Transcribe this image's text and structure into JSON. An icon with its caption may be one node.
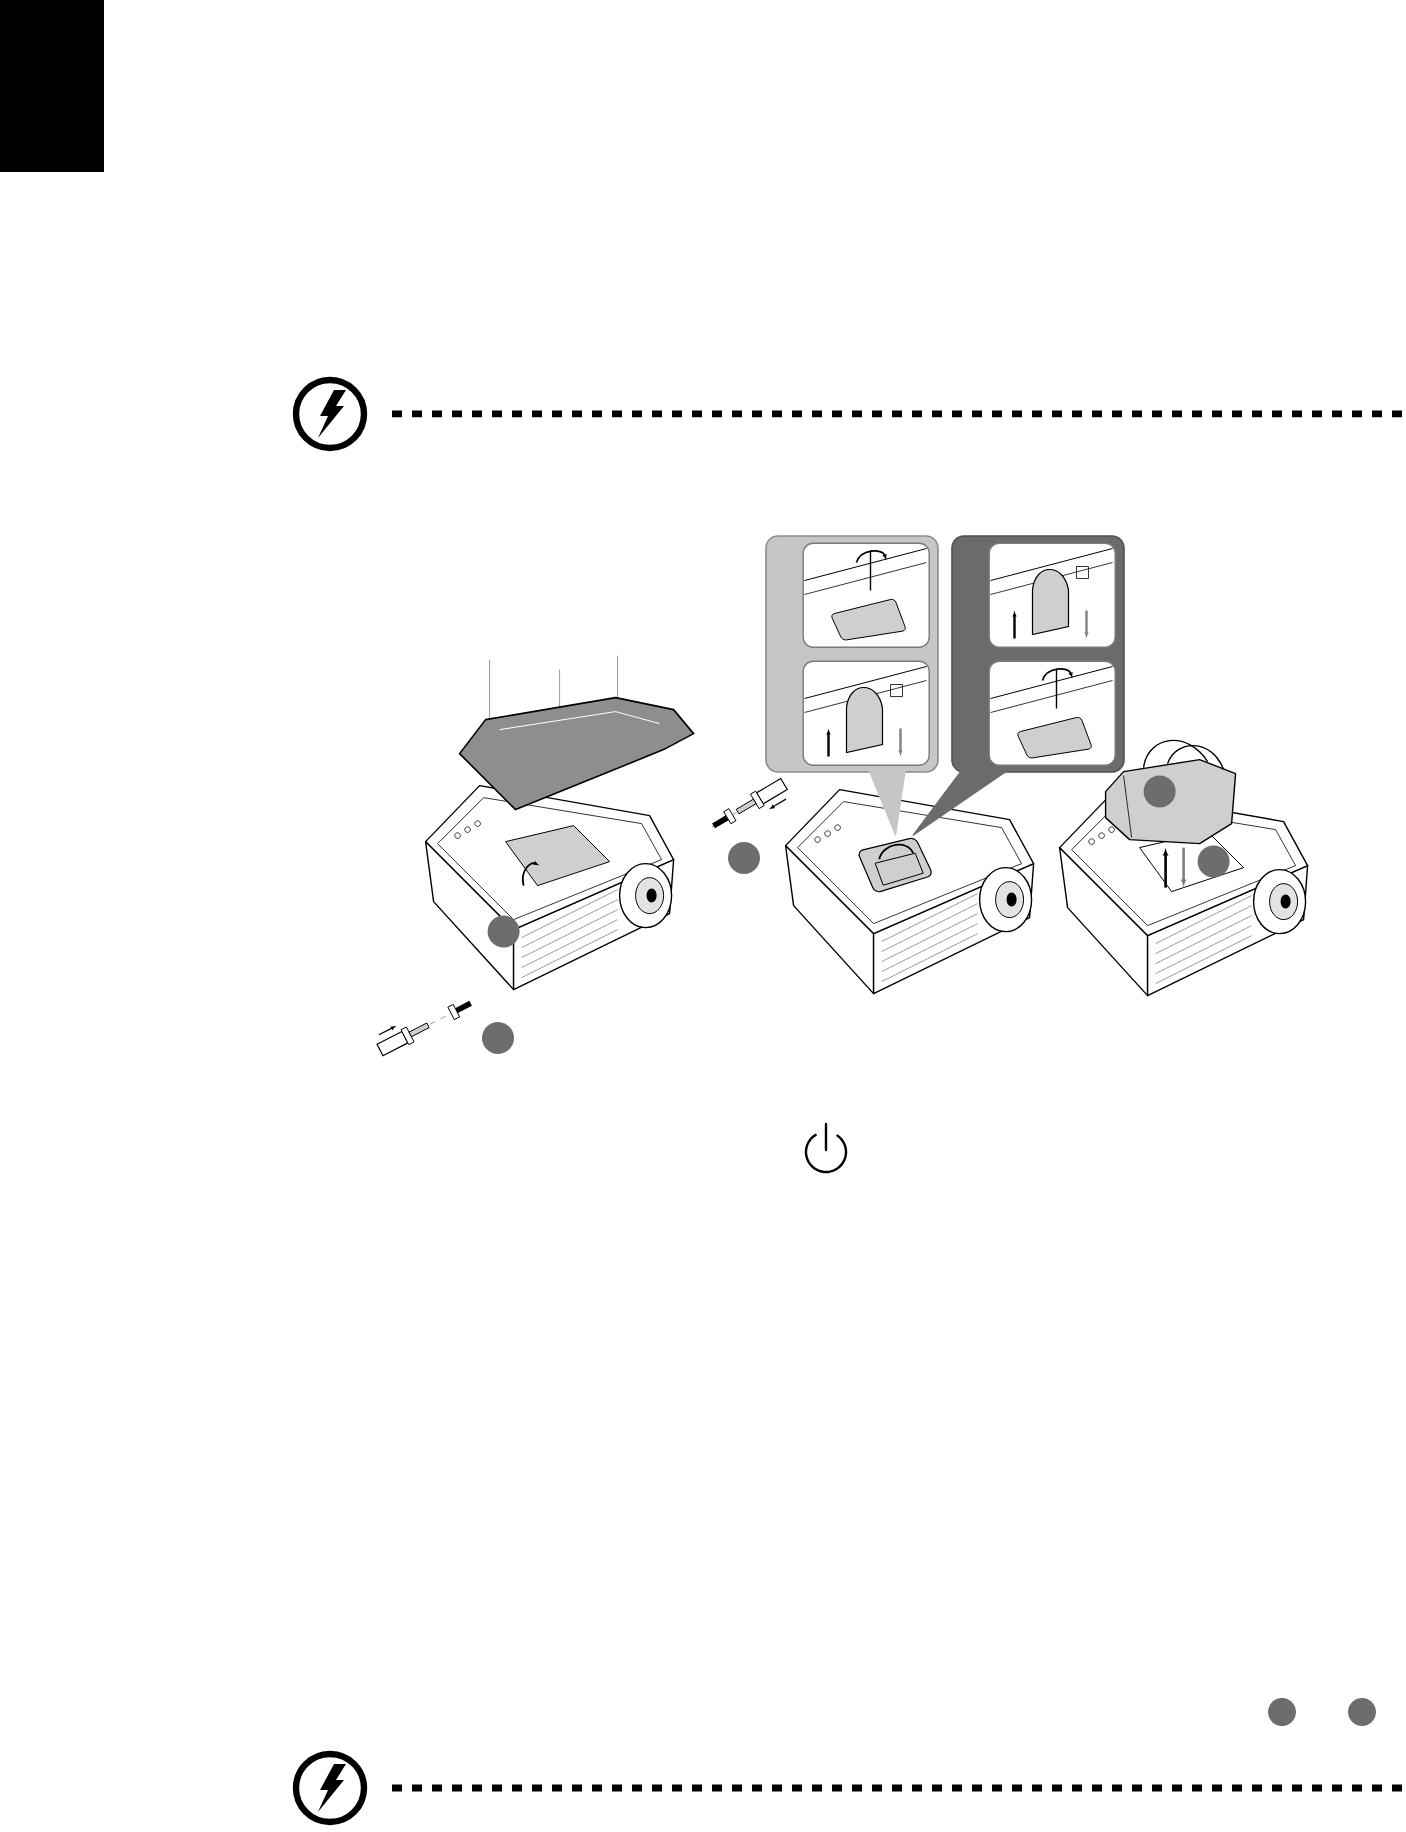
{
  "diagram": {
    "nodes": [
      {
        "text": [],
        "shape": "box"
      },
      {
        "text": [],
        "shape": "picture",
        "in": 0
      },
      {
        "text": [],
        "shape": "picture",
        "in": 0
      },
      {
        "text": [],
        "shape": "box"
      },
      {
        "text": [],
        "shape": "picture",
        "in": 3
      },
      {
        "text": [],
        "shape": "picture",
        "in": 3
      },
      {
        "text": [],
        "shape": "picture"
      },
      {
        "text": [],
        "shape": "circle",
        "in": 6
      },
      {
        "text": [],
        "shape": "circle"
      },
      {
        "text": [],
        "shape": "circle"
      },
      {
        "text": [],
        "shape": "picture"
      },
      {
        "text": [],
        "shape": "picture",
        "in": 10
      },
      {
        "text": [],
        "shape": "picture"
      },
      {
        "text": [],
        "shape": "circle",
        "in": 12
      },
      {
        "text": [],
        "shape": "circle",
        "in": 12
      },
      {
        "text": [],
        "shape": "circle"
      },
      {
        "text": [],
        "shape": "circle"
      }
    ],
    "edges": [
      {
        "from": 0,
        "to": 11,
        "arrow": "to",
        "color": "#c6c6c6"
      },
      {
        "from": 3,
        "to": 11,
        "arrow": "to",
        "color": "#6b6b6b"
      }
    ]
  }
}
